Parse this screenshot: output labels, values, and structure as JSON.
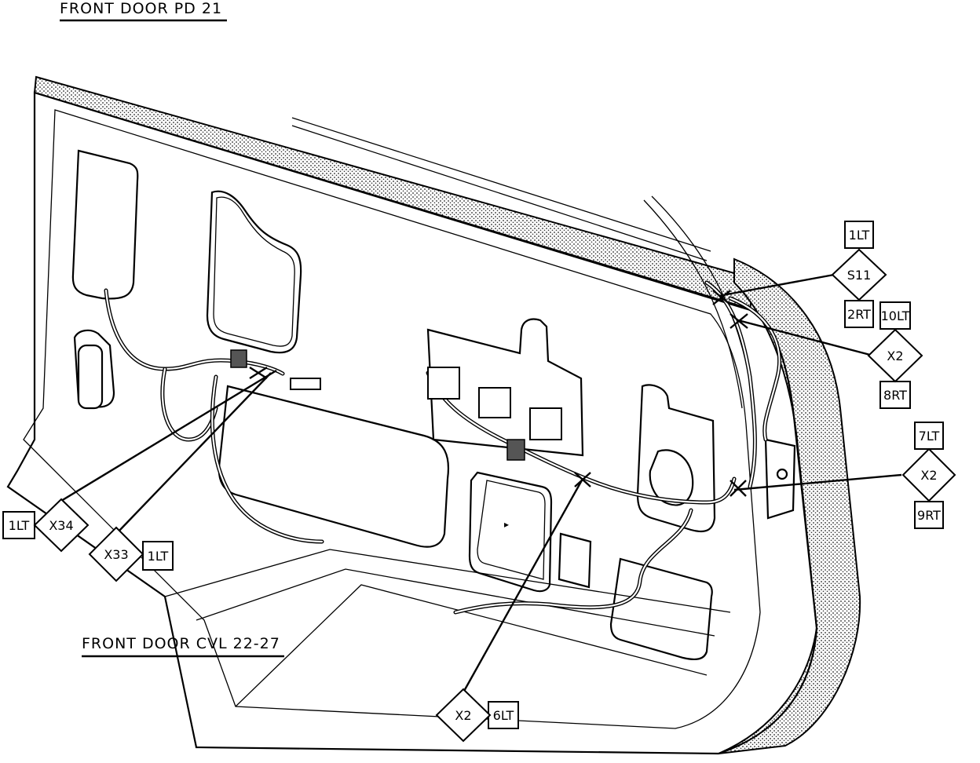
{
  "titles": {
    "top": "FRONT DOOR PD 21",
    "bottom": "FRONT DOOR CVL 22-27"
  },
  "connectors": {
    "s11": {
      "id": "S11",
      "top": "1LT",
      "bottom": "2RT"
    },
    "x2_upper": {
      "id": "X2",
      "top": "10LT",
      "bottom": "8RT"
    },
    "x2_right": {
      "id": "X2",
      "top": "7LT",
      "bottom": "9RT"
    },
    "x34": {
      "id": "X34",
      "side": "1LT"
    },
    "x33": {
      "id": "X33",
      "side": "1LT"
    },
    "x2_bottom": {
      "id": "X2",
      "side": "6LT"
    }
  },
  "colors": {
    "ink": "#000000",
    "paper": "#ffffff"
  }
}
